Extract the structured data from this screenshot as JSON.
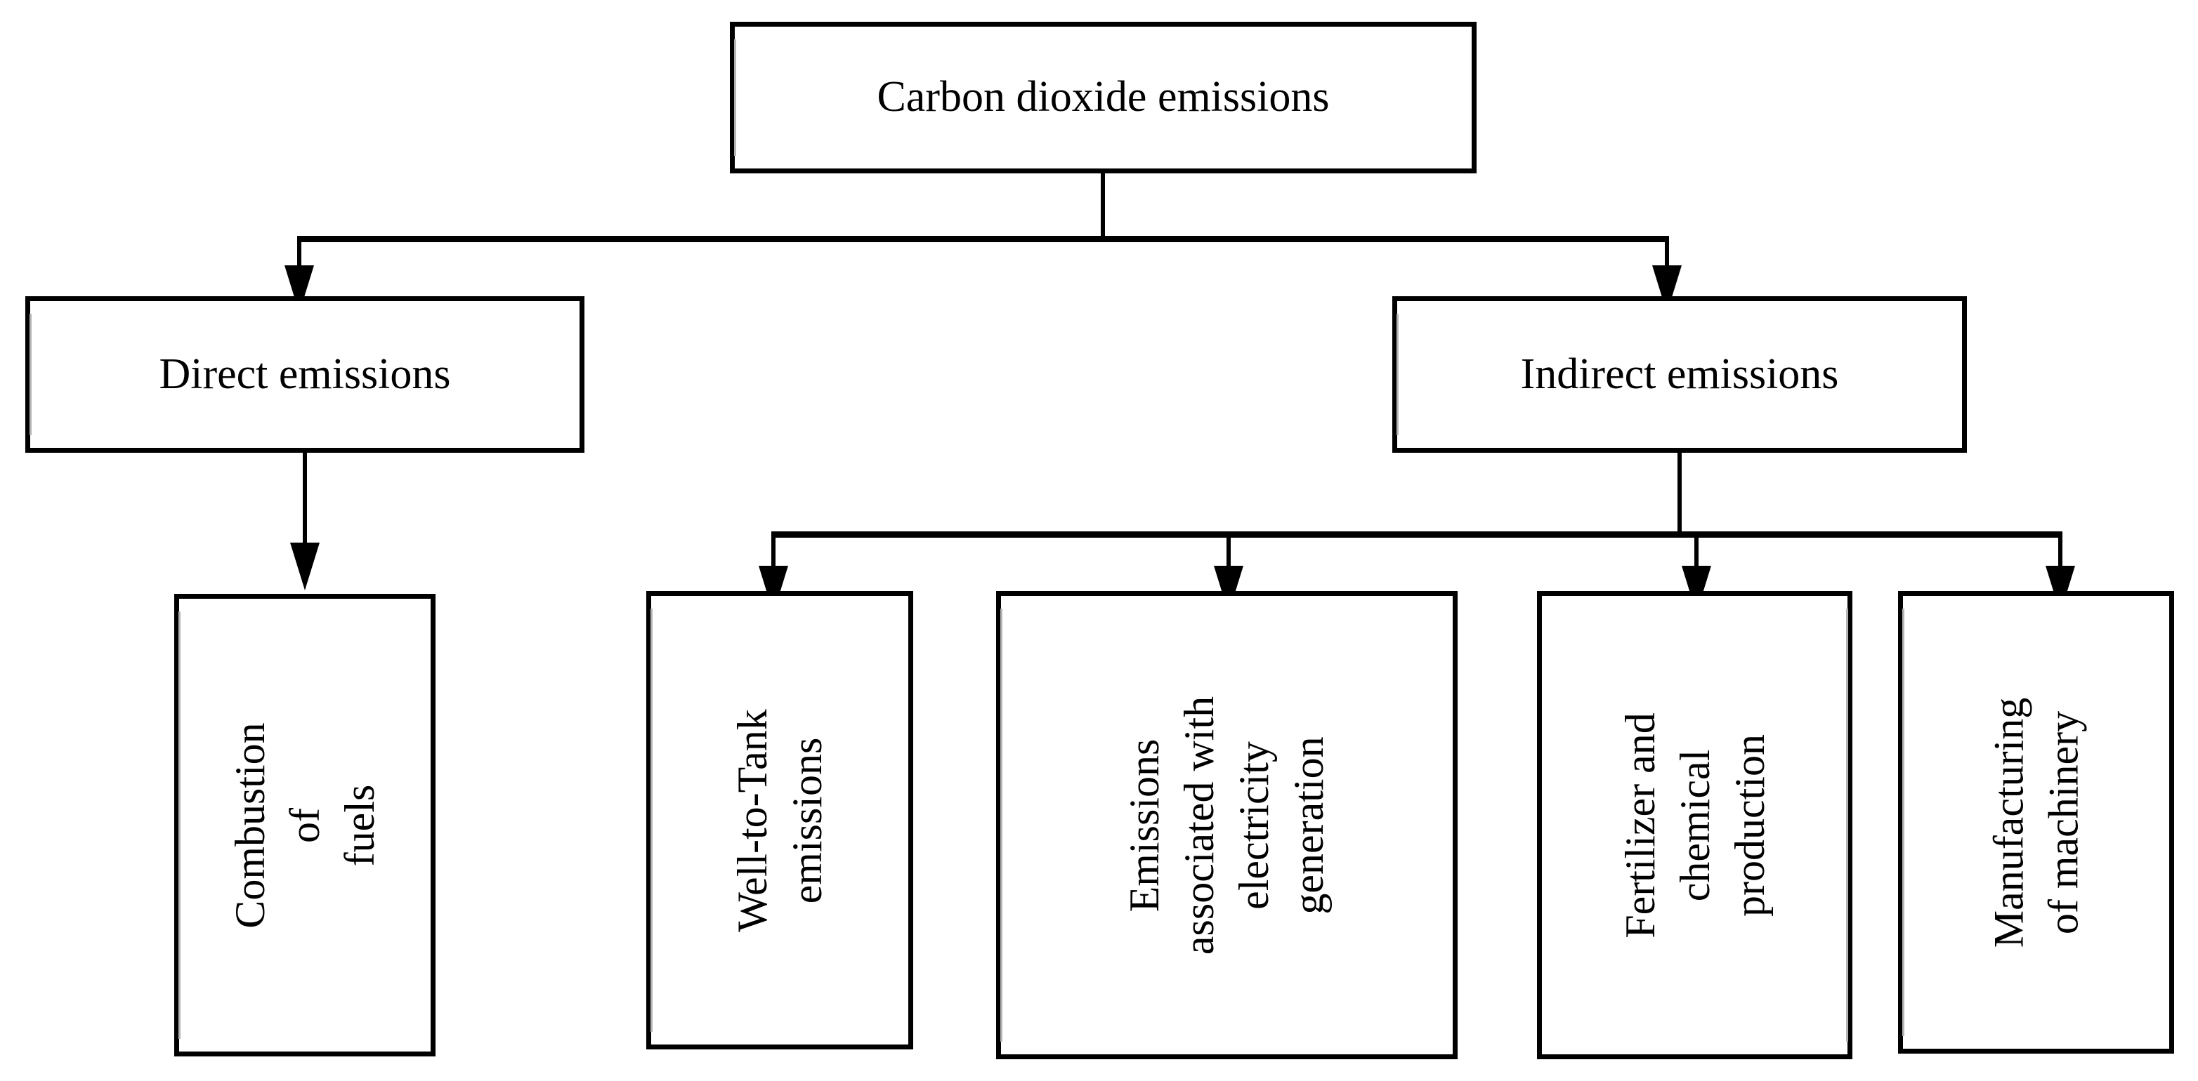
{
  "diagram": {
    "title": "Carbon dioxide emissions breakdown",
    "type": "hierarchy-flowchart",
    "colors": {
      "box_border": "#000000",
      "box_fill": "#ffffff",
      "connector": "#000000",
      "text": "#000000",
      "background": "#ffffff"
    },
    "root": {
      "label": "Carbon dioxide emissions"
    },
    "level1": [
      {
        "label": "Direct emissions"
      },
      {
        "label": "Indirect emissions"
      }
    ],
    "level2": [
      {
        "label": "Combustion of\nfuels",
        "parent": "Direct emissions"
      },
      {
        "label": "Well-to-Tank\nemissions",
        "parent": "Indirect emissions"
      },
      {
        "label": "Emissions\nassociated with\nelectricity\ngeneration",
        "parent": "Indirect emissions"
      },
      {
        "label": "Fertilizer and\nchemical\nproduction",
        "parent": "Indirect emissions"
      },
      {
        "label": "Manufacturing\nof machinery",
        "parent": "Indirect emissions"
      }
    ]
  }
}
